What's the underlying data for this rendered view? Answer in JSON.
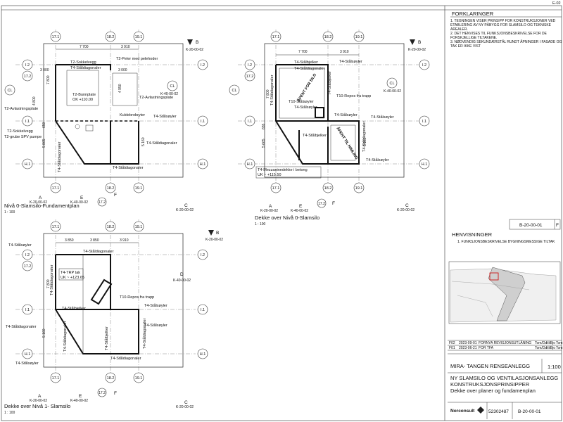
{
  "sheet": {
    "corner_id": "E-02",
    "forklaringer_title": "FORKLARINGER",
    "forklaringer_lines": [
      "1.    TEGNINGEN VISER PRINSIPP FOR KONSTRUKSJONER  VED",
      "ETABLERING AV NY PÅBYGG FOR SLAMSILO OG TEKNISKE",
      "AREALER.",
      "2.    DET HENVISES TIL FUNKSJONSBESKRIVELSE FOR DE",
      "FORSKJELLIGE TILTAKENE.",
      "3. NØDVENDIG SEKUNDÆRSTÅL RUNDT ÅPNINGER I FASADE OG",
      "TAK ER IKKE VIST"
    ],
    "henvisninger_title": "HENVISNINGER",
    "henvisninger_line": "1.    FUNKSJONSBESKRIVELSE BYGNINGSMESSIGE TILTAK",
    "ref_tag": "B-20-00-01",
    "ref_tag_suffix": "F"
  },
  "title_block": {
    "rev_rows": [
      {
        "rev": "F02",
        "date": "2023-09-01",
        "desc": "FORNYA REVISJONSUTLÅNING",
        "a": "Tom/Da",
        "b": "NilBjo",
        "c": "Tom"
      },
      {
        "rev": "F01",
        "date": "2023-06-21",
        "desc": "FOR TFA",
        "a": "Tom/Da",
        "b": "NilBjo",
        "c": "Tom"
      }
    ],
    "project": "MIRA- TANGEN RENSEANLEGG",
    "scale": "1:100",
    "title1": "NY SLAMSILO OG VENTILASJONSANLEGG",
    "title2": "KONSTRUKSJONSPRINSIPPER",
    "title3": "Dekke over planer og fundamenplan",
    "company": "Norconsult",
    "project_no": "52302487",
    "drawing_no": "B-20-00-01"
  },
  "views": [
    {
      "title": "Nivå 0-Slamsilo-Fundamentplan",
      "scale": "1 : 100",
      "dim_top": [
        "7 700",
        "3 910"
      ],
      "dims_side": [
        "7 800",
        "4 800",
        "3 000",
        "3 000",
        "4 950",
        "5 865",
        "5 160",
        "650"
      ],
      "labels": [
        "T2-Peler med pelehoder",
        "T2-Sokkelvegg",
        "T4-Ståldiagonaler",
        "T2-Bunnplate",
        "OK +110.00",
        "T2-Avlastningsplate",
        "T2-Avlastningsplate",
        "Kuldebrobryter",
        "T4-Stålsøyler",
        "T2-Sokkelvegg",
        "T2-grube SPV pumpe",
        "T4-Ståldiagonaler",
        "T4-Ståldiagonaler",
        "T4-Ståldiagonaler"
      ],
      "grid_refs": {
        "B": "B",
        "B_ref": "K-20-00-02",
        "CL": "CL",
        "CL_ref": "K-40-00-02",
        "A": "A",
        "A_ref": "K-20-00-02",
        "E": "E",
        "E_ref": "K-40-00-02",
        "F": "F",
        "C": "C",
        "C_ref": "K-20-00-02"
      }
    },
    {
      "title": "Dekke over Nivå 0-Slamsilo",
      "scale": "1 : 100",
      "dim_top": [
        "7 700",
        "3 910"
      ],
      "dims_side": [
        "7 800",
        "5 665",
        "5 160",
        "655"
      ],
      "labels": [
        "T4-Stålbjelker",
        "T4-Stålsøyler",
        "T4-Ståldiagonaler",
        "ÅPENT FOR SILO",
        "T4-Ståldiagonaler",
        "T4-Stålbjelker",
        "T10-Repos fra trapp",
        "T10-Stålsøyler",
        "T4-Stålsøyler",
        "T4-Stålsøyler",
        "ÅPENT TIL HIMLING",
        "T4-Stålsøyler",
        "T4-Stålbjelker",
        "T4-Stålsøyler",
        "T4-Ståldiagonaler",
        "T4-Mezzaninedekke i betong",
        "UK ~ +115.50"
      ],
      "grid_refs": {
        "B": "B",
        "B_ref": "K-20-00-02",
        "CL": "CL",
        "CL_ref": "K-40-00-02",
        "A": "A",
        "A_ref": "K-20-00-02",
        "E": "E",
        "E_ref": "K-40-00-02",
        "F": "F",
        "C": "C",
        "C_ref": "K-20-00-02"
      }
    },
    {
      "title": "Dekke over Nivå 1- Slamsilo",
      "scale": "1 : 100",
      "dim_top": [
        "3 850",
        "3 850",
        "3 910"
      ],
      "dims_side": [
        "7 800",
        "5 160"
      ],
      "labels": [
        "T4-Stålsøyler",
        "T4-Ståldiagonaler",
        "T4-TRP tak",
        "UK ~ +123.65",
        "T10-Repos fra trapp",
        "T4-Stålsøyler",
        "T4-Stålbjelker",
        "T4-Ståldiagonaler",
        "T4-Stålsøyler",
        "T4-Ståldiagonaler",
        "T4-Stålbjelker",
        "T4-Ståldiagonaler",
        "T4-Stålsøyler",
        "T4-Ståldiagonaler",
        "T4-Ståldiagonaler"
      ],
      "grid_refs": {
        "B": "B",
        "B_ref": "K-20-00-02",
        "D": "D",
        "D_ref": "K-40-00-02",
        "A": "A",
        "A_ref": "K-20-00-02",
        "E": "E",
        "E_ref": "K-40-00-02",
        "F": "F",
        "C": "C",
        "C_ref": "K-20-00-02"
      }
    }
  ],
  "grid": {
    "cols": [
      "17.1",
      "18.2",
      "19.1"
    ],
    "rows": [
      "I.2",
      "I.1",
      "H.1"
    ],
    "row_17": "17.2"
  }
}
